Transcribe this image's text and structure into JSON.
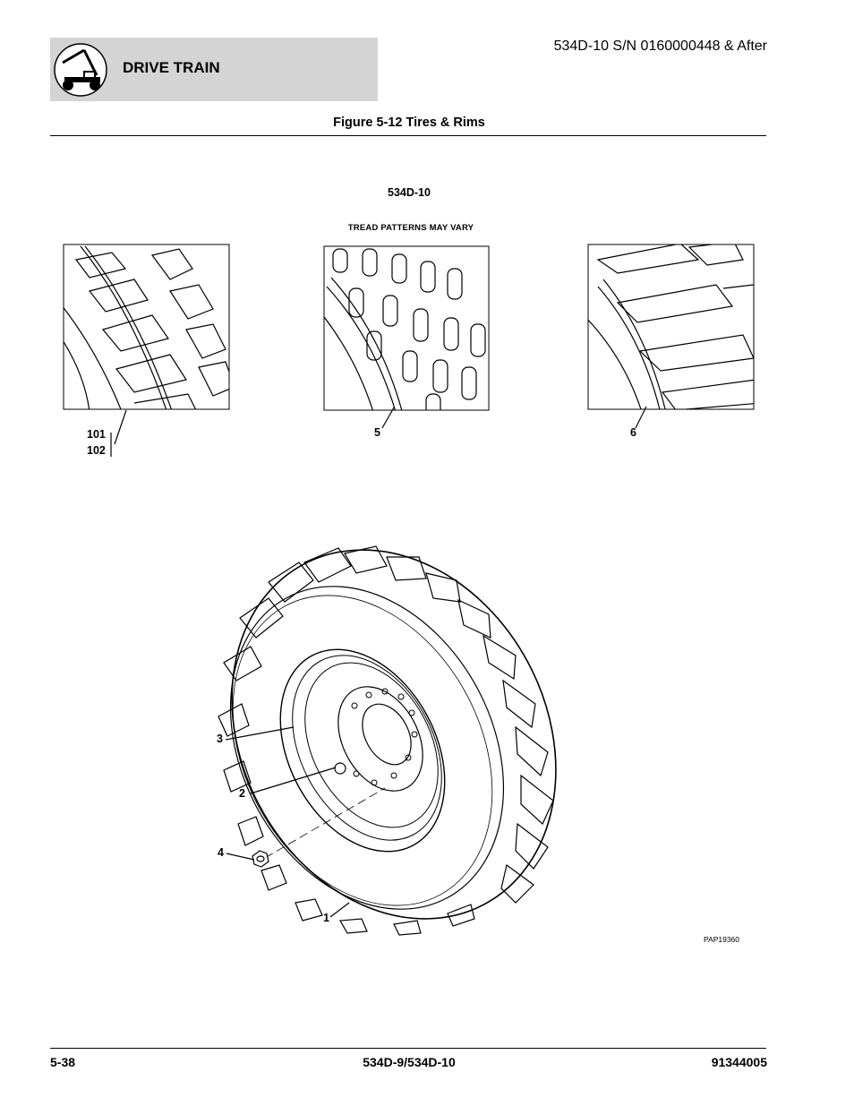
{
  "header": {
    "section_title": "DRIVE TRAIN",
    "serial": "534D-10 S/N 0160000448 & After",
    "icon": "telehandler-icon"
  },
  "figure": {
    "title": "Figure 5-12 Tires & Rims",
    "model": "534D-10",
    "note": "TREAD PATTERNS MAY VARY",
    "callouts": {
      "c101": "101",
      "c102": "102",
      "c5": "5",
      "c6": "6",
      "c3": "3",
      "c2": "2",
      "c4": "4",
      "c1": "1"
    },
    "ref_code": "PAP19360"
  },
  "footer": {
    "page": "5-38",
    "models": "534D-9/534D-10",
    "doc_number": "91344005"
  }
}
